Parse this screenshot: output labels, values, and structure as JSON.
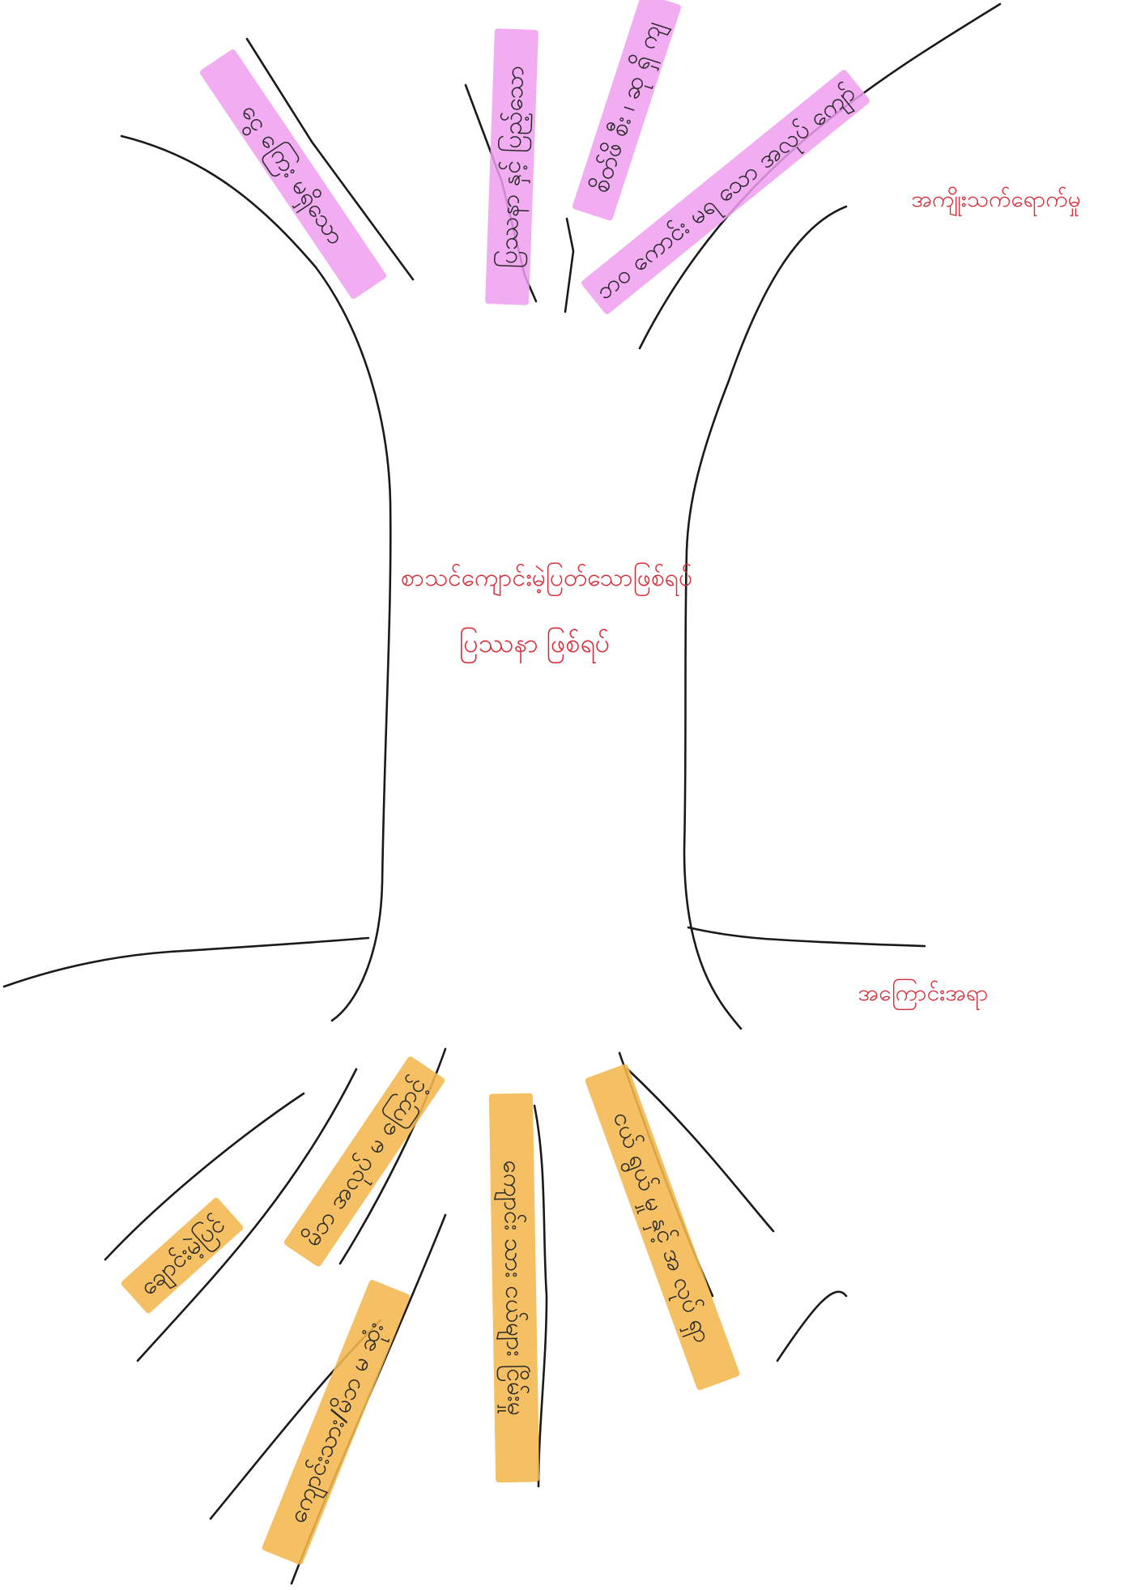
{
  "title": "စာသင်ကျောင်းမဲ့ပြတ်သောဖြစ်ရပ်",
  "subtitle": "ပြဿနာ ဖြစ်ရပ်",
  "effects_label": "အကျိုးသက်ရောက်မှု",
  "causes_label": "အကြောင်းအရာ",
  "branches": [
    "ငွေ ကြေး မရှိသော",
    "ပြဿနာ နှင့် ပြည့်သော",
    "စိတ်ဖိ စီး ၊ ဆု ရှိ ကျ",
    "ဘဝ ကောင်း မရ သော အလုပ် ကျော်"
  ],
  "roots": [
    "ချောင်းမဲ့ပြင်",
    "မိဘ အလုပ် မ ကြောင့်",
    "ကျောင်းသား/မိဘ မ ဆုံး",
    "ကျောင်း သား ငယ်များ ငြိမ်းမှု",
    "ငယ် ရွယ် မှု နှင့် အ လုပ် ရှာ"
  ]
}
